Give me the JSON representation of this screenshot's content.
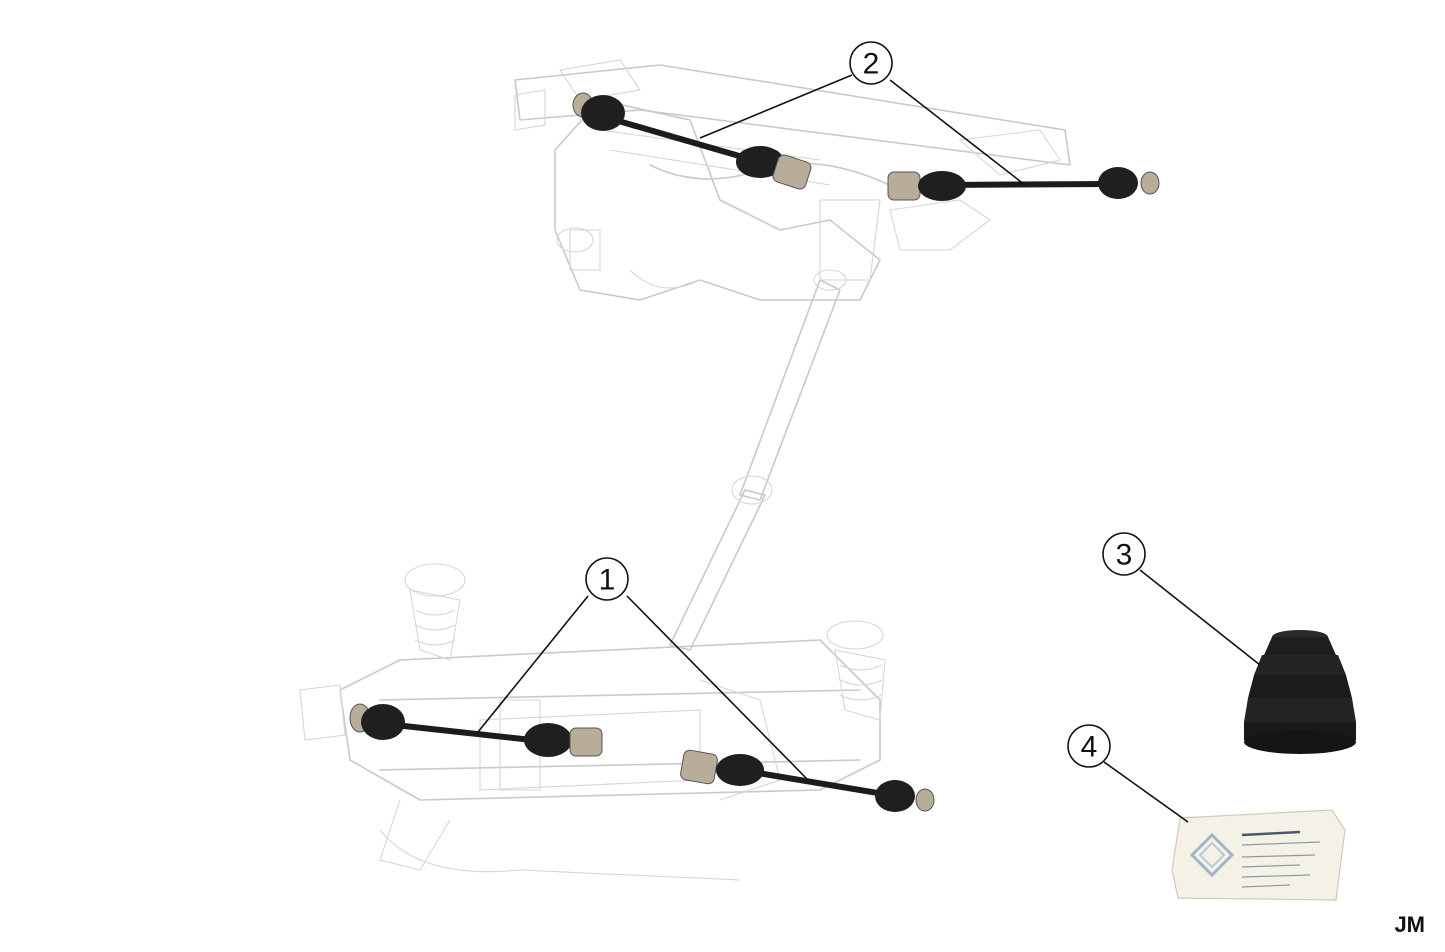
{
  "callouts": [
    {
      "number": "1"
    },
    {
      "number": "2"
    },
    {
      "number": "3"
    },
    {
      "number": "4"
    }
  ],
  "corner_code": "JM",
  "colors": {
    "frame_line": "#c9c9c9",
    "shaft": "#1c1c1c",
    "boot": "#1f1f1f",
    "joint_metal": "#b8ad98",
    "grease_packet": "#f4f1e6"
  }
}
